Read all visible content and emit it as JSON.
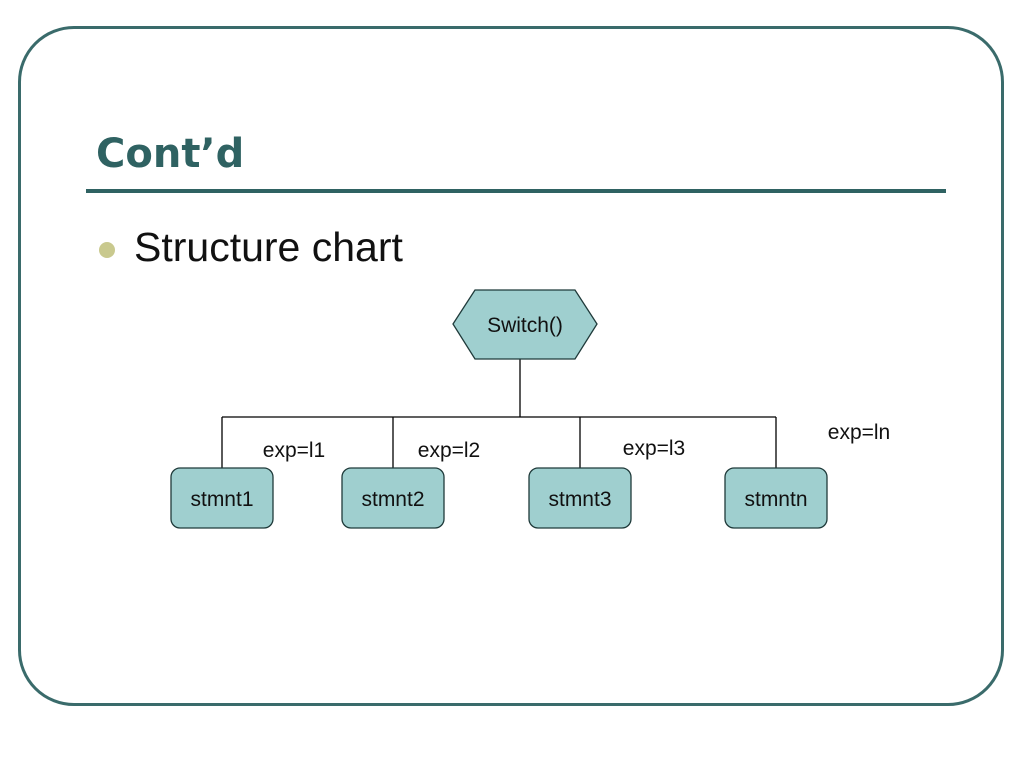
{
  "slide": {
    "title": "Cont’d",
    "bullet": "Structure chart"
  },
  "diagram": {
    "root": {
      "label": "Switch()"
    },
    "children": [
      {
        "label": "stmnt1",
        "condition": "exp=l1"
      },
      {
        "label": "stmnt2",
        "condition": "exp=l2"
      },
      {
        "label": "stmnt3",
        "condition": "exp=l3"
      },
      {
        "label": "stmntn",
        "condition": "exp=ln"
      }
    ]
  },
  "colors": {
    "frame": "#3a6b6b",
    "title": "#2f6262",
    "node_fill": "#9fcfcf",
    "line": "#000000",
    "bullet": "#c9c98e"
  }
}
